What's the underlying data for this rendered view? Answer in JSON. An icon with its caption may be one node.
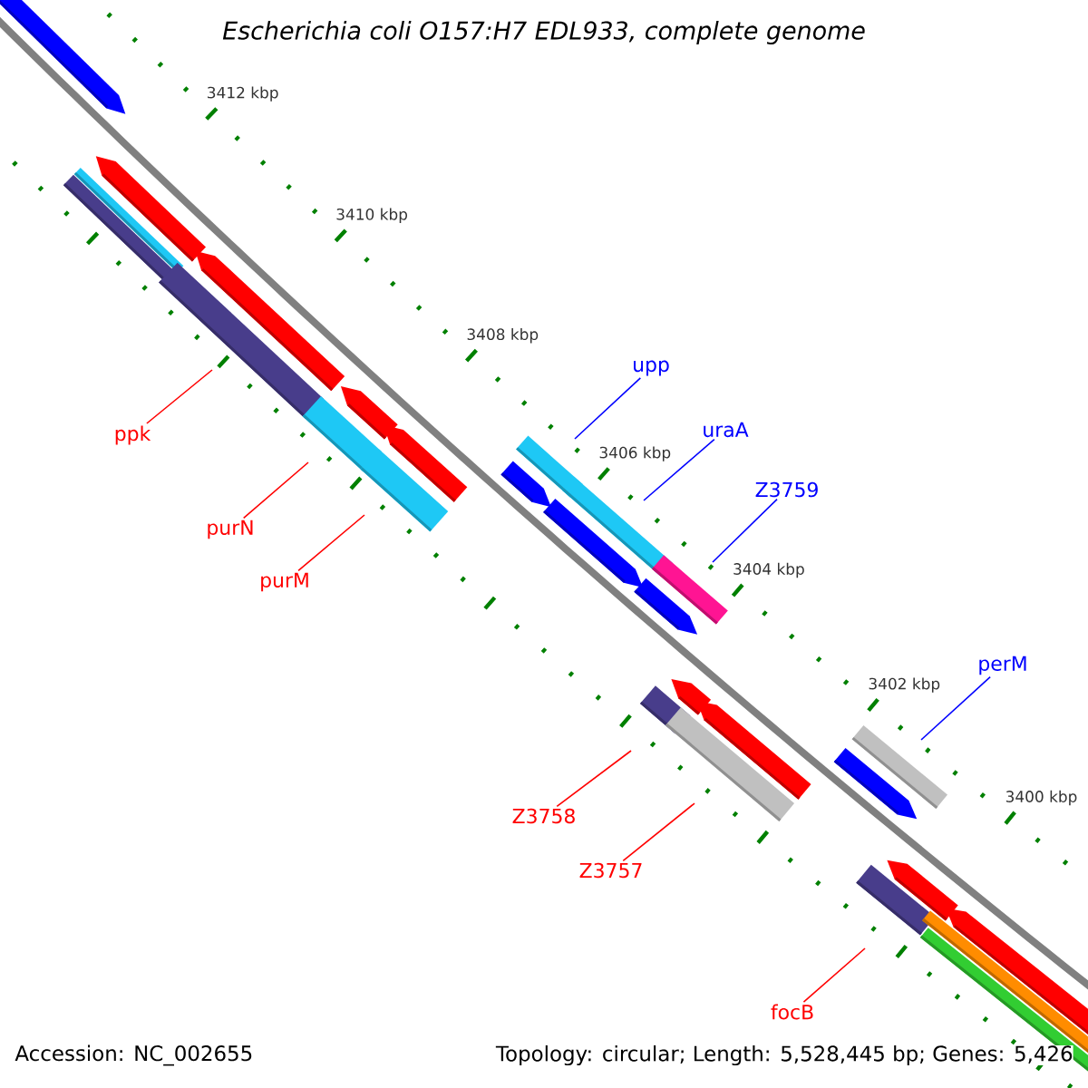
{
  "diagram": {
    "title": "Escherichia coli O157:H7 EDL933, complete genome",
    "nodes": [
      {
        "text": [
          "upp"
        ]
      },
      {
        "text": [
          "uraA"
        ]
      },
      {
        "text": [
          "ppk"
        ]
      },
      {
        "text": [
          "Z3759"
        ]
      },
      {
        "text": [
          "purN"
        ]
      },
      {
        "text": [
          "purM"
        ]
      },
      {
        "text": [
          "perM"
        ]
      },
      {
        "text": [
          "Z3758"
        ]
      },
      {
        "text": [
          "Z3757"
        ]
      },
      {
        "text": [
          "focB"
        ]
      }
    ],
    "edges": [
      {
        "from": 0,
        "to": null,
        "arrow": "none",
        "color": "#0000ff"
      },
      {
        "from": 1,
        "to": null,
        "arrow": "none",
        "color": "#0000ff"
      },
      {
        "from": 2,
        "to": null,
        "arrow": "none"
      },
      {
        "from": 3,
        "to": null,
        "arrow": "none",
        "color": "#0000ff"
      },
      {
        "from": 4,
        "to": null,
        "arrow": "none"
      },
      {
        "from": 5,
        "to": null,
        "arrow": "none"
      },
      {
        "from": 6,
        "to": null,
        "arrow": "none",
        "color": "#0000ff"
      },
      {
        "from": 7,
        "to": null,
        "arrow": "none"
      },
      {
        "from": 8,
        "to": null,
        "arrow": "none"
      },
      {
        "from": 9,
        "to": null,
        "arrow": "none"
      }
    ],
    "labels": [
      "3412 kbp",
      "3410 kbp",
      "3408 kbp",
      "3406 kbp",
      "3404 kbp",
      "3402 kbp",
      "3400 kbp",
      "Accession: NC_002655",
      "Topology: circular; Length: 5,528,445 bp; Genes: 5,426"
    ]
  }
}
